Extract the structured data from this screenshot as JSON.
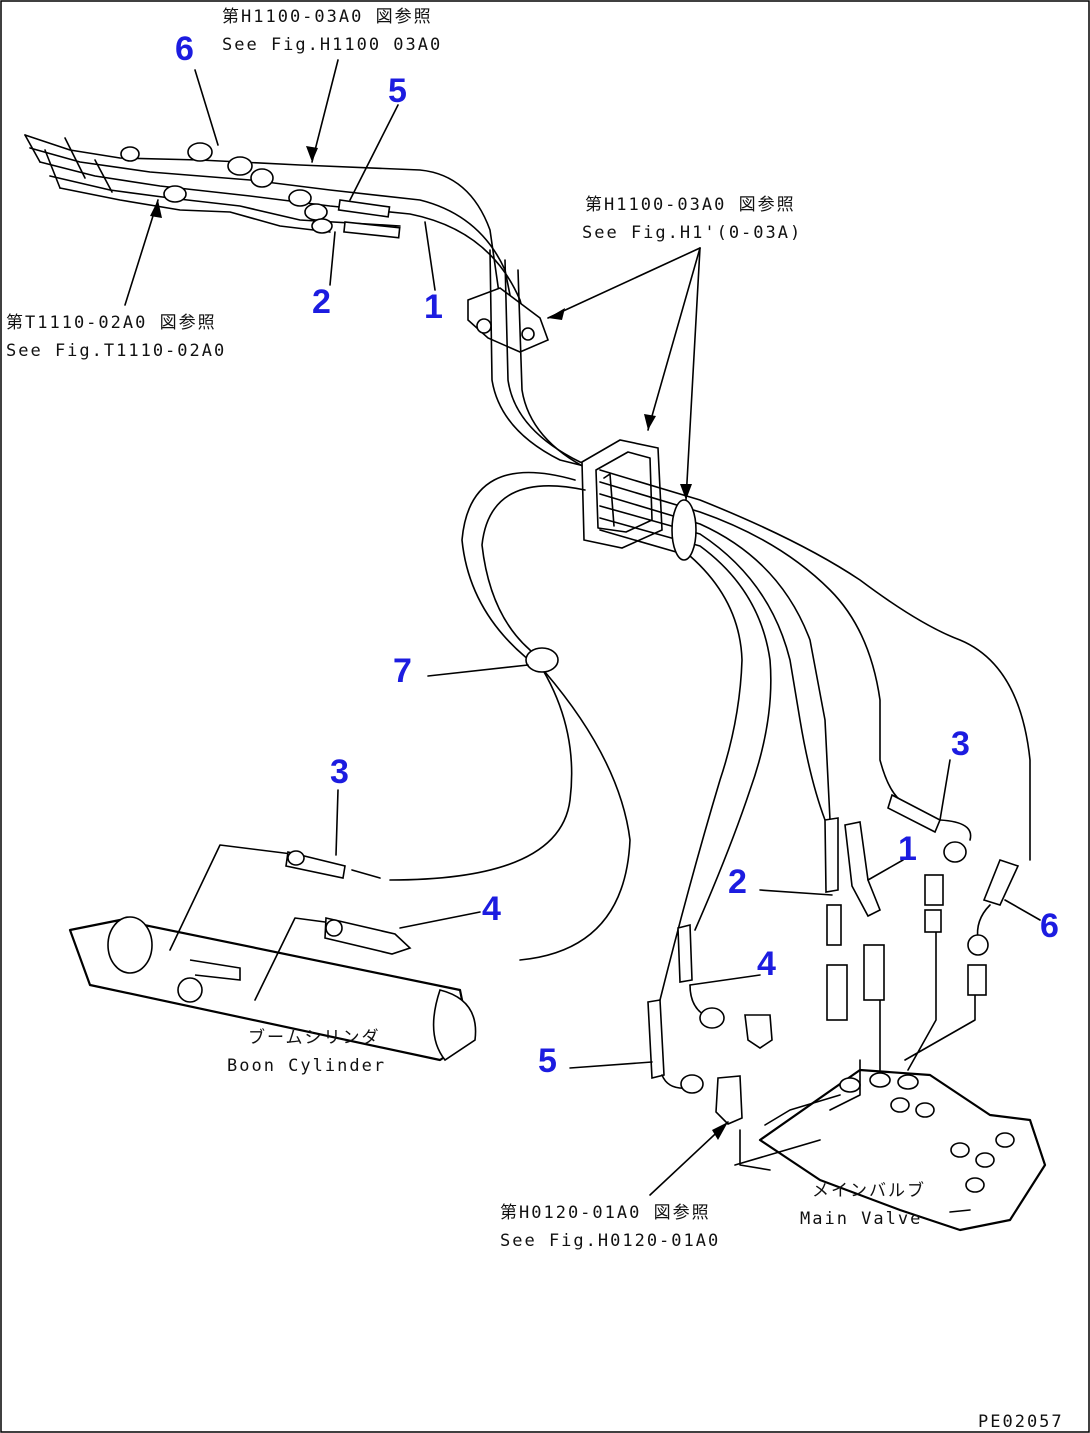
{
  "colors": {
    "callout": "#1c1ce0",
    "line": "#000000",
    "background": "#ffffff"
  },
  "references": {
    "top": {
      "jp": "第H1100-03A0 図参照",
      "en": "See Fig.H1100 03A0"
    },
    "middle": {
      "jp": "第H1100-03A0 図参照",
      "en": "See Fig.H1'(0-03A)"
    },
    "left": {
      "jp": "第T1110-02A0 図参照",
      "en": "See Fig.T1110-02A0"
    },
    "bottom": {
      "jp": "第H0120-01A0 図参照",
      "en": "See Fig.H0120-01A0"
    }
  },
  "components": {
    "boom_cylinder": {
      "jp": "ブームシリンダ",
      "en": "Boon Cylinder"
    },
    "main_valve": {
      "jp": "メインバルブ",
      "en": "Main Valve"
    }
  },
  "callouts": {
    "c6_top": "6",
    "c5_top": "5",
    "c2_top": "2",
    "c1_top": "1",
    "c7": "7",
    "c3_left": "3",
    "c4_left": "4",
    "c3_right": "3",
    "c1_right": "1",
    "c2_right": "2",
    "c4_right": "4",
    "c6_right": "6",
    "c5_right": "5"
  },
  "drawing_code": "PE02057"
}
